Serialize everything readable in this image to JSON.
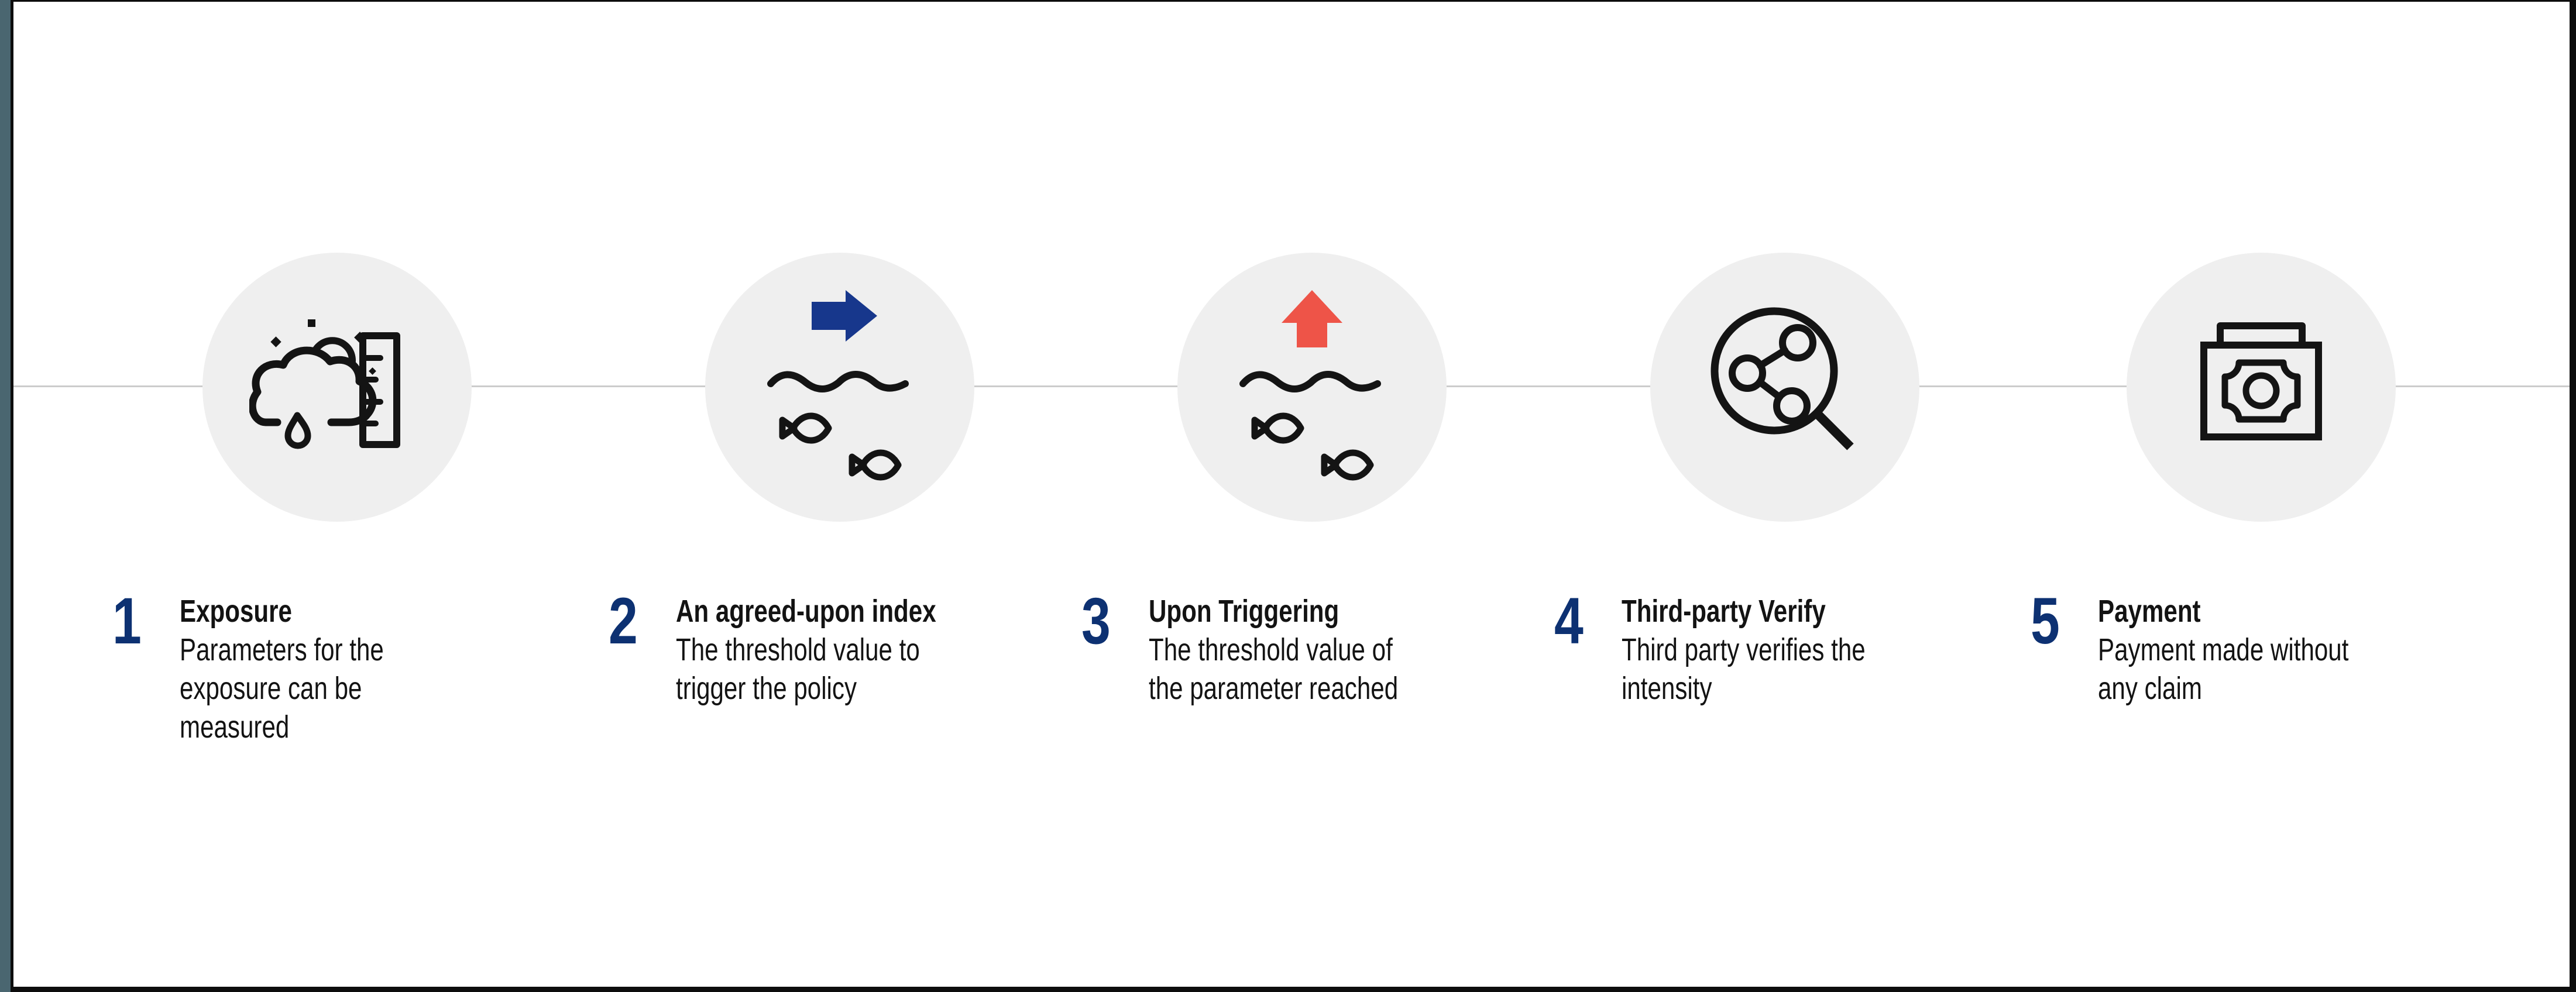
{
  "colors": {
    "navy": "#0d3172",
    "arrow-navy": "#17378c",
    "arrow-red": "#ee5448",
    "circle-bg": "#efefef",
    "line": "#cccccc",
    "teal": "#4a6670",
    "frame": "#0d0d0d"
  },
  "icons": [
    "cloud-rain-ruler-icon",
    "arrow-right-waves-fish-icon",
    "arrow-up-waves-fish-icon",
    "magnifier-network-icon",
    "banknote-icon"
  ],
  "steps": [
    {
      "number": "1",
      "title": "Exposure",
      "description": "Parameters for the\nexposure can be\nmeasured"
    },
    {
      "number": "2",
      "title": "An agreed-upon index",
      "description": "The threshold value to\ntrigger the policy"
    },
    {
      "number": "3",
      "title": "Upon Triggering",
      "description": "The threshold value of\nthe parameter reached"
    },
    {
      "number": "4",
      "title": "Third-party Verify",
      "description": "Third party verifies the\nintensity"
    },
    {
      "number": "5",
      "title": "Payment",
      "description": "Payment made without\nany claim"
    }
  ]
}
